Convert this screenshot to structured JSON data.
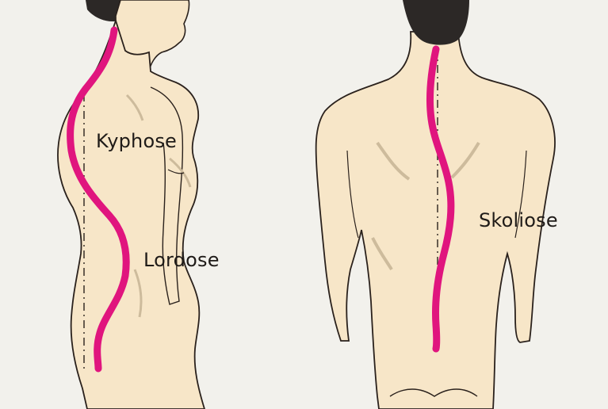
{
  "labels": {
    "kyphose": "Kyphose",
    "lordose": "Lordose",
    "skoliose": "Skoliose"
  },
  "colors": {
    "background": "#f2f1ec",
    "skin": "#f7e6c8",
    "outline": "#2a211c",
    "shadow": "#d2c3a6",
    "hair": "#2c2826",
    "spine_highlight": "#e0157e"
  }
}
